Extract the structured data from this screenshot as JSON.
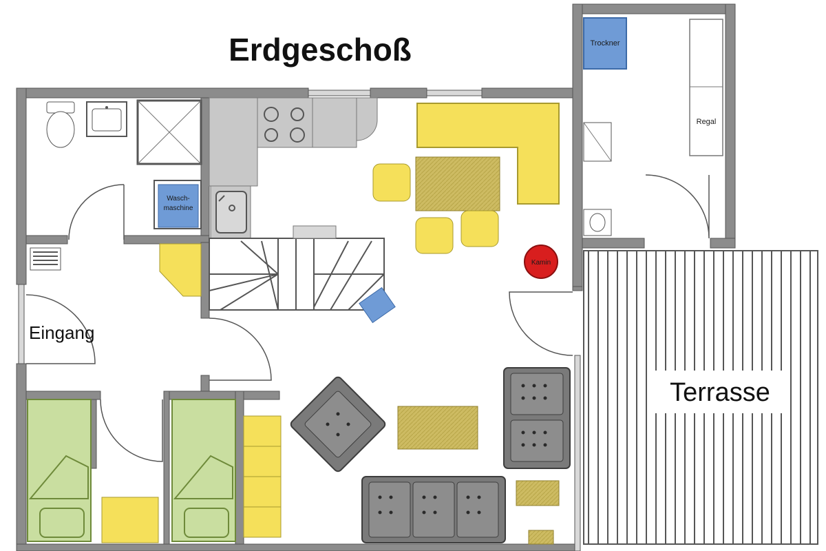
{
  "title": "Erdgeschoß",
  "rooms": {
    "entrance": "Eingang",
    "terrace": "Terrasse"
  },
  "fixtures": {
    "dryer": "Trockner",
    "shelf": "Regal",
    "washing_machine_line1": "Wasch-",
    "washing_machine_line2": "maschine",
    "fireplace": "Kamin"
  },
  "colors": {
    "wall": "#8c8c8c",
    "furniture_yellow": "#f5e05a",
    "bed_green": "#c9dea0",
    "appliance_blue": "#6f9bd6",
    "fireplace_red": "#d81e1e",
    "sofa_gray": "#7a7a7a",
    "table_tan": "#cdbb62"
  }
}
